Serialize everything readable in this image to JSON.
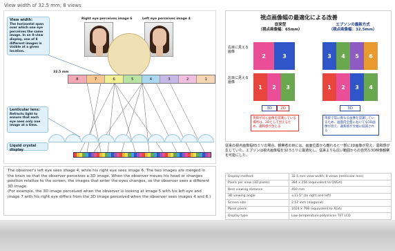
{
  "caption": "View width of 32.5 mm; 8 views",
  "left": {
    "callout_view": {
      "title": "View width:",
      "text": "The horizontal span over which one eye perceives the same image. In an 8-view display, one of 8 different images is visible at a given location."
    },
    "callout_lens": {
      "title": "Lenticular lens:",
      "text": "Refracts light to ensure that each eye sees only one image at a time."
    },
    "lcd_label": "Liquid crystal display",
    "face_left_label": "Right eye perceives image 6",
    "face_right_label": "Left eye perceives image 4",
    "width_label": "32.5 mm",
    "strip": [
      "8",
      "7",
      "6",
      "5",
      "4",
      "3",
      "2",
      "1"
    ],
    "strip_colors": [
      "#f3a9b3",
      "#f7c58d",
      "#f3ef94",
      "#b9e3a1",
      "#a9d7f0",
      "#c7b8ea",
      "#f2bfe0",
      "#f6d5b2"
    ]
  },
  "right": {
    "title": "視点画像幅の最適化による改善",
    "col_old_title": "従来型",
    "col_old_sub": "（視点画像幅：65mm）",
    "col_new_title": "エプソンの最新方式",
    "col_new_sub": "（視点画像幅：32.5mm）",
    "row_right": "右目に見える画像",
    "row_left": "左目に見える画像",
    "old_right_cells": [
      "2",
      "3"
    ],
    "old_left_cells": [
      "1",
      "2",
      "3"
    ],
    "new_right_cells": [
      "3",
      "4",
      "5",
      "6"
    ],
    "new_left_cells": [
      "1",
      "2",
      "3",
      "4"
    ],
    "tag_old_3d": "3D",
    "tag_old_2d": "2D",
    "tag_new_3d": "3D",
    "note_old": "両目が同じ画像を認識している場所は、2Dとして見えるため、違和感が生じる",
    "note_new": "両目で常に異なる画像を認識しているため、画面内全面においてな3D画像が見え、違和感が大幅に低減される",
    "body": "従来の視点画像幅65ミリの場合、観察者の目には、画面位置から離れると一部に2D画像が見え、違和感が生じていた。エプソンは視点画像幅を32.5ミリに最適化し、従来よりも広い範囲からの自然な3D映像観察を可能にした。",
    "colors": {
      "c1": "#e8453c",
      "c2": "#e94e97",
      "c3": "#2f55c8",
      "c4": "#6aa84f",
      "c5": "#8e5bc2",
      "c6": "#e89a2f"
    }
  },
  "description": "The observer's left eye sees image 4, while his right eye sees image 6. The two images are merged in the brain so that the observer perceives a 3D image. When the observer moves his head or changes position relative to the screen, the images that enter the eyes changes, so the observer sees a different 3D image.\n(For example, the 3D image perceived when the observer is looking at image 5 with his left eye and image 7 with his right eye differs from the 3D image perceived when the observer sees images 4 and 6.)",
  "specs": [
    [
      "Display method",
      "32.5 mm view width; 8 views (lenticular lens)"
    ],
    [
      "Pixels per view (3D pixels)",
      "384 x 256 (equivalent to QVGA)"
    ],
    [
      "Best viewing distance",
      "450 mm"
    ],
    [
      "3D viewing angle",
      "±11.5° (to right and left)"
    ],
    [
      "Screen size",
      "2.57 inch (diagonal)"
    ],
    [
      "Panel pixels",
      "1024 x 768 (equivalent to XGA)"
    ],
    [
      "Display type",
      "Low-temperature polysilicon TFT LCD"
    ]
  ]
}
